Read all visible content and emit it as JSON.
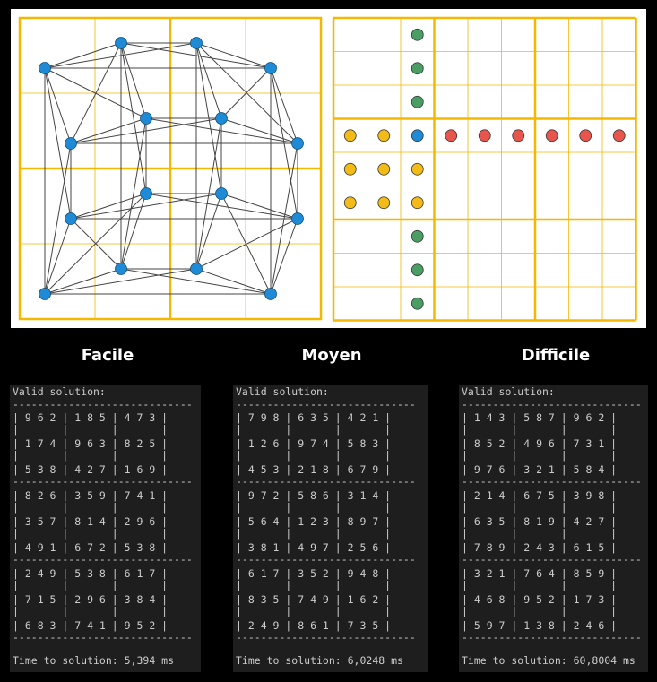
{
  "graph": {
    "node_color": "#1f8ad6",
    "edge_color": "#444444",
    "box_color": "#f5b800",
    "grid_color": "#f5b800"
  },
  "constraint_grid": {
    "colors": {
      "center": "#1f8ad6",
      "row": "#e8554c",
      "column": "#4a9e63",
      "box": "#f3bb18"
    },
    "center": [
      3,
      2
    ],
    "box_cells": [
      [
        3,
        0
      ],
      [
        3,
        1
      ],
      [
        4,
        0
      ],
      [
        4,
        1
      ],
      [
        4,
        2
      ],
      [
        5,
        0
      ],
      [
        5,
        1
      ],
      [
        5,
        2
      ]
    ],
    "row_cells": [
      [
        3,
        3
      ],
      [
        3,
        4
      ],
      [
        3,
        5
      ],
      [
        3,
        6
      ],
      [
        3,
        7
      ],
      [
        3,
        8
      ]
    ],
    "column_cells": [
      [
        0,
        2
      ],
      [
        1,
        2
      ],
      [
        2,
        2
      ],
      [
        6,
        2
      ],
      [
        7,
        2
      ],
      [
        8,
        2
      ]
    ]
  },
  "levels": [
    {
      "title": "Facile",
      "header": "Valid solution:",
      "grid": [
        [
          9,
          6,
          2,
          1,
          8,
          5,
          4,
          7,
          3
        ],
        [
          1,
          7,
          4,
          9,
          6,
          3,
          8,
          2,
          5
        ],
        [
          5,
          3,
          8,
          4,
          2,
          7,
          1,
          6,
          9
        ],
        [
          8,
          2,
          6,
          3,
          5,
          9,
          7,
          4,
          1
        ],
        [
          3,
          5,
          7,
          8,
          1,
          4,
          2,
          9,
          6
        ],
        [
          4,
          9,
          1,
          6,
          7,
          2,
          5,
          3,
          8
        ],
        [
          2,
          4,
          9,
          5,
          3,
          8,
          6,
          1,
          7
        ],
        [
          7,
          1,
          5,
          2,
          9,
          6,
          3,
          8,
          4
        ],
        [
          6,
          8,
          3,
          7,
          4,
          1,
          9,
          5,
          2
        ]
      ],
      "time": "Time to solution: 5,394 ms"
    },
    {
      "title": "Moyen",
      "header": "Valid solution:",
      "grid": [
        [
          7,
          9,
          8,
          6,
          3,
          5,
          4,
          2,
          1
        ],
        [
          1,
          2,
          6,
          9,
          7,
          4,
          5,
          8,
          3
        ],
        [
          4,
          5,
          3,
          2,
          1,
          8,
          6,
          7,
          9
        ],
        [
          9,
          7,
          2,
          5,
          8,
          6,
          3,
          1,
          4
        ],
        [
          5,
          6,
          4,
          1,
          2,
          3,
          8,
          9,
          7
        ],
        [
          3,
          8,
          1,
          4,
          9,
          7,
          2,
          5,
          6
        ],
        [
          6,
          1,
          7,
          3,
          5,
          2,
          9,
          4,
          8
        ],
        [
          8,
          3,
          5,
          7,
          4,
          9,
          1,
          6,
          2
        ],
        [
          2,
          4,
          9,
          8,
          6,
          1,
          7,
          3,
          5
        ]
      ],
      "time": "Time to solution: 6,0248 ms"
    },
    {
      "title": "Difficile",
      "header": "Valid solution:",
      "grid": [
        [
          1,
          4,
          3,
          5,
          8,
          7,
          9,
          6,
          2
        ],
        [
          8,
          5,
          2,
          4,
          9,
          6,
          7,
          3,
          1
        ],
        [
          9,
          7,
          6,
          3,
          2,
          1,
          5,
          8,
          4
        ],
        [
          2,
          1,
          4,
          6,
          7,
          5,
          3,
          9,
          8
        ],
        [
          6,
          3,
          5,
          8,
          1,
          9,
          4,
          2,
          7
        ],
        [
          7,
          8,
          9,
          2,
          4,
          3,
          6,
          1,
          5
        ],
        [
          3,
          2,
          1,
          7,
          6,
          4,
          8,
          5,
          9
        ],
        [
          4,
          6,
          8,
          9,
          5,
          2,
          1,
          7,
          3
        ],
        [
          5,
          9,
          7,
          1,
          3,
          8,
          2,
          4,
          6
        ]
      ],
      "time": "Time to solution: 60,8004 ms"
    }
  ]
}
